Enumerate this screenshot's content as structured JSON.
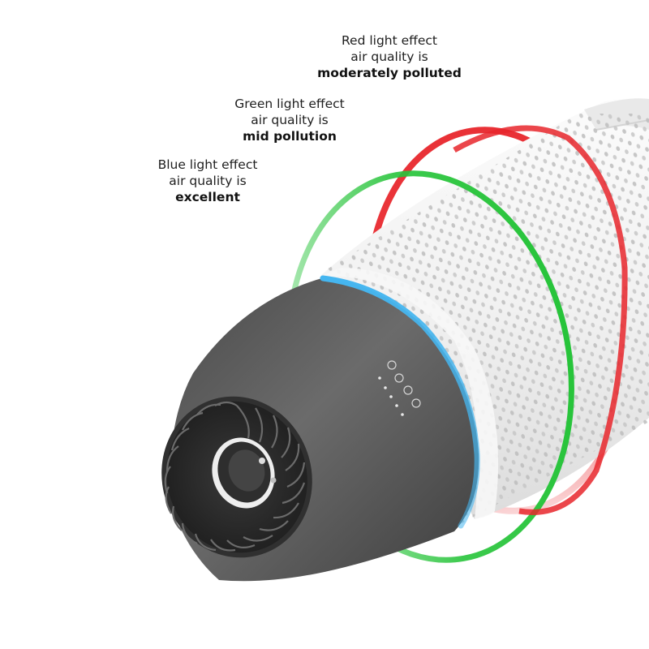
{
  "labels": {
    "red": {
      "line1": "Red light effect",
      "line2": "air quality is",
      "line3": "moderately polluted"
    },
    "green": {
      "line1": "Green light effect",
      "line2": "air quality is",
      "line3": "mid pollution"
    },
    "blue": {
      "line1": "Blue light effect",
      "line2": "air quality is",
      "line3": "excellent"
    }
  },
  "colors": {
    "red_ring": "#e8262c",
    "green_ring": "#27c43a",
    "blue_ring": "#45b6f0",
    "body_white": "#f4f4f4",
    "cap_dark": "#5a5a5a"
  },
  "icons": [
    "control-panel-icons",
    "fan-grille-icon",
    "indicator-dots"
  ]
}
